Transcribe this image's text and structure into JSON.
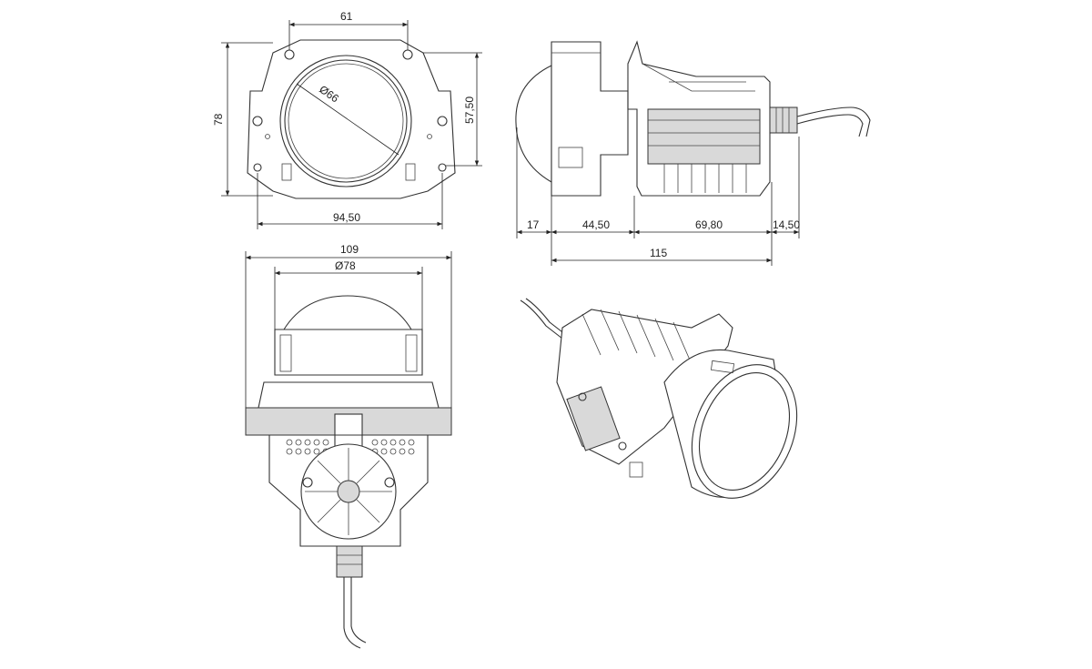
{
  "dimensions": {
    "front_view": {
      "top_width": "61",
      "lens_diameter": "Ø66",
      "total_height": "78",
      "side_height": "57,50",
      "bottom_width": "94,50"
    },
    "side_view": {
      "front_offset": "17",
      "lens_section": "44,50",
      "body_section": "69,80",
      "connector_section": "14,50",
      "total_length": "115"
    },
    "rear_view": {
      "total_width": "109",
      "lens_diameter": "Ø78"
    }
  }
}
